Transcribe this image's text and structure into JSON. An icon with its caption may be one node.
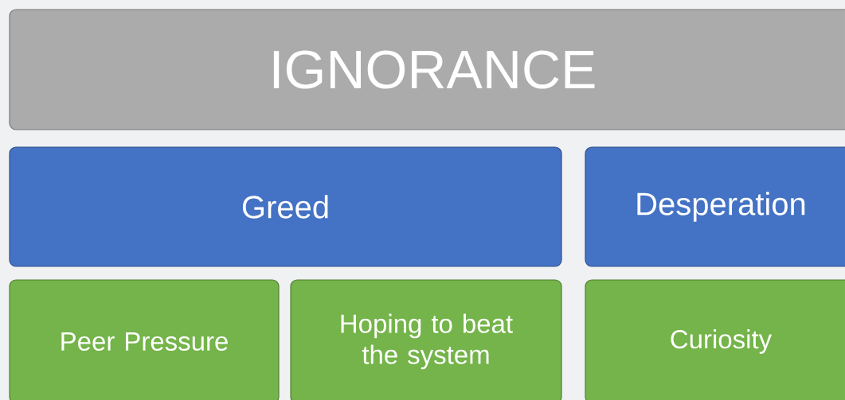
{
  "diagram": {
    "nodes": [
      {
        "text": [
          "IGNORANCE"
        ]
      },
      {
        "text": [
          "Greed"
        ]
      },
      {
        "text": [
          "Desperation"
        ]
      },
      {
        "text": [
          "Peer Pressure"
        ]
      },
      {
        "text": [
          "Hoping to beat the system"
        ]
      },
      {
        "text": [
          "Curiosity"
        ]
      }
    ]
  }
}
